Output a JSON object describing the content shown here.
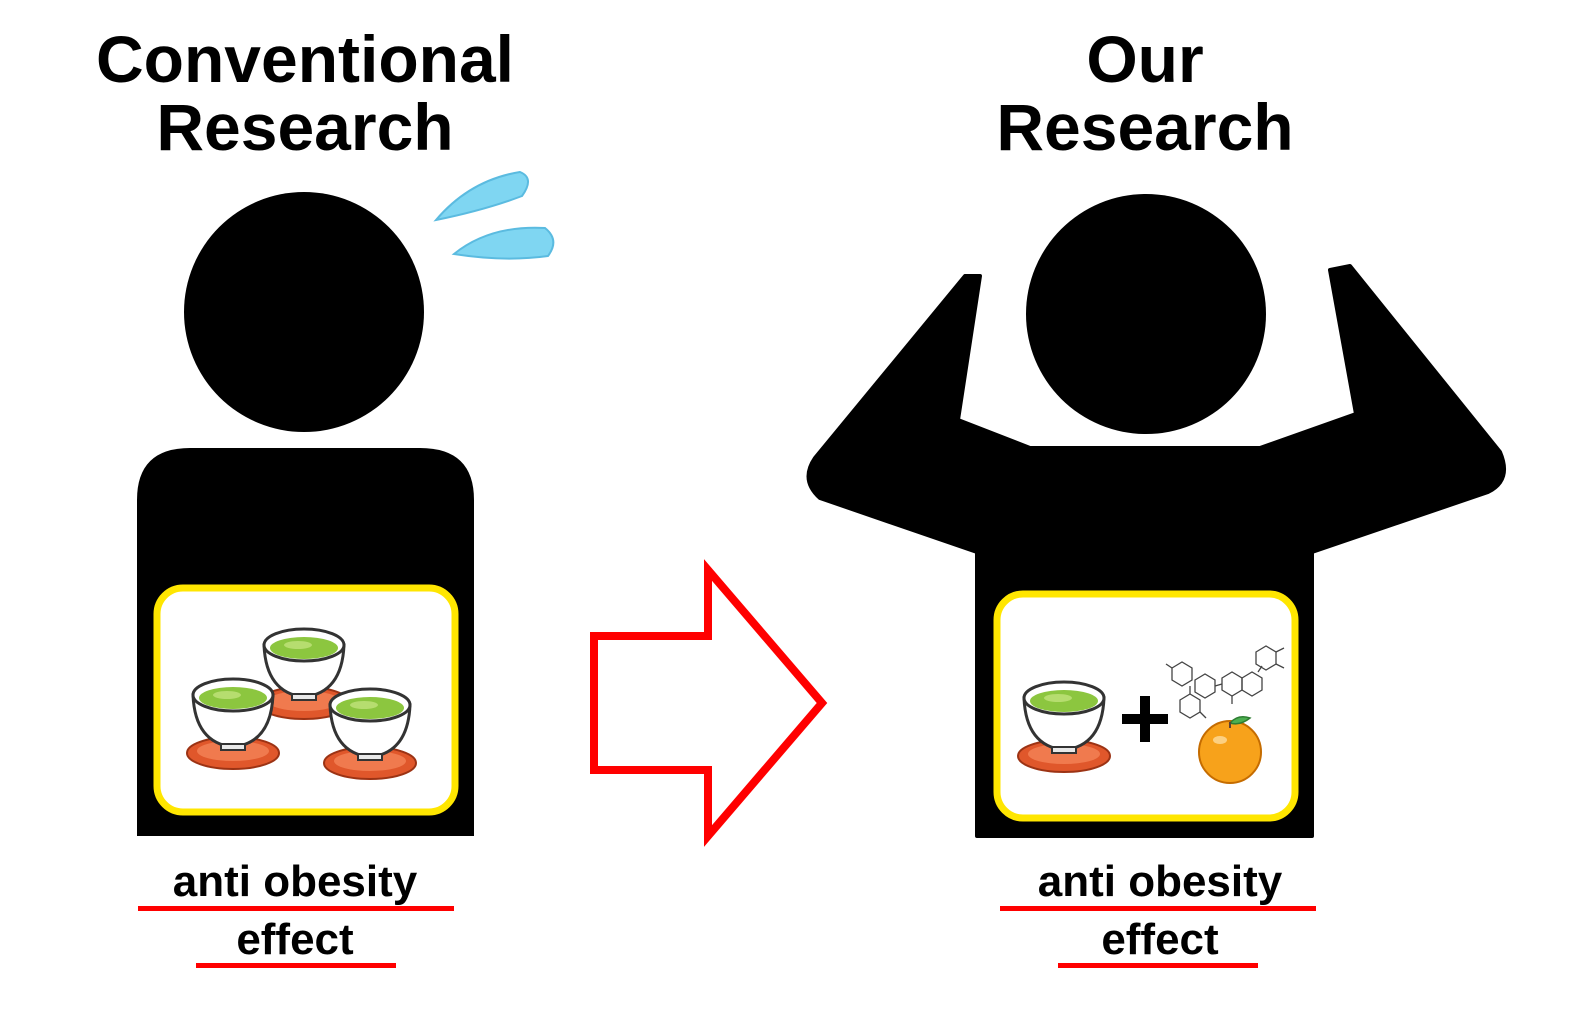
{
  "left_panel": {
    "title_line1": "Conventional",
    "title_line2": "Research",
    "caption_line1": "anti obesity",
    "caption_line2": "effect"
  },
  "right_panel": {
    "title_line1": "Our",
    "title_line2": "Research",
    "caption_line1": "anti obesity",
    "caption_line2": "effect"
  },
  "colors": {
    "figure": "#000000",
    "frame": "#ffe600",
    "arrow": "#ff0000",
    "underline": "#ff0000",
    "sweat": "#7fd6f2",
    "tea": "#8cc63f",
    "saucer": "#e0572b",
    "orange": "#f7a21b"
  },
  "icons": [
    "sweat-drops-icon",
    "tea-cups-icon",
    "tea-cup-icon",
    "plus-icon",
    "molecule-icon",
    "orange-fruit-icon",
    "arrow-right-icon"
  ]
}
